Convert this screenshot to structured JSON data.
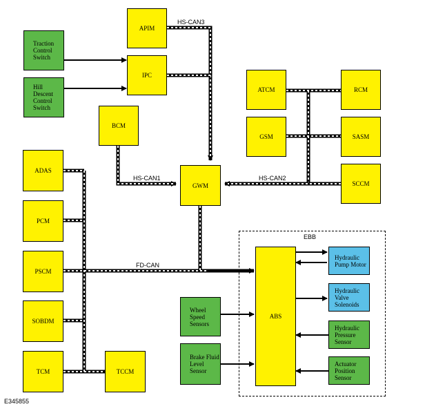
{
  "figure_id": "E345855",
  "ebb_label": "EBB",
  "buses": {
    "hs_can1": "HS-CAN1",
    "hs_can2": "HS-CAN2",
    "hs_can3": "HS-CAN3",
    "fd_can": "FD-CAN"
  },
  "modules": {
    "apim": "APIM",
    "ipc": "IPC",
    "bcm": "BCM",
    "gwm": "GWM",
    "atcm": "ATCM",
    "rcm": "RCM",
    "gsm": "GSM",
    "sasm": "SASM",
    "sccm": "SCCM",
    "adas": "ADAS",
    "pcm": "PCM",
    "pscm": "PSCM",
    "sobdm": "SOBDM",
    "tcm": "TCM",
    "tccm": "TCCM",
    "abs": "ABS"
  },
  "inputs": {
    "traction_control_switch": "Traction Control Switch",
    "hill_descent_control_switch": "Hill Descent Control Switch",
    "wheel_speed_sensors": "Wheel Speed Sensors",
    "brake_fluid_level_sensor": "Brake Fluid Level Sensor",
    "hydraulic_pressure_sensor": "Hydraulic Pressure Sensor",
    "actuator_position_sensor": "Actuator Position Sensor"
  },
  "outputs": {
    "hydraulic_pump_motor": "Hydraulic Pump Motor",
    "hydraulic_valve_solenoids": "Hydraulic Valve Solenoids"
  },
  "colors": {
    "module": "#fff200",
    "input": "#5cb848",
    "output": "#5bc0e8",
    "bus": "#000000"
  }
}
